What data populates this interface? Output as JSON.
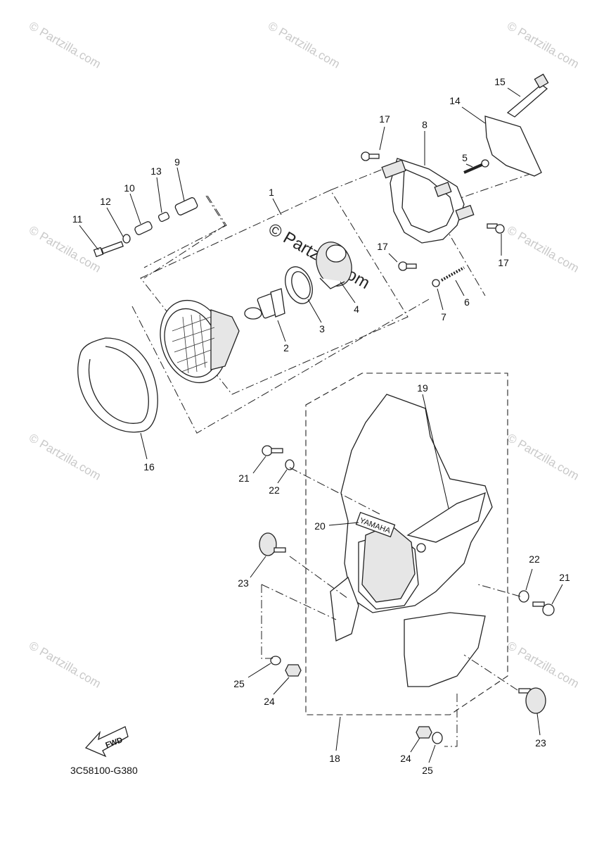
{
  "diagram": {
    "watermark_text": "© Partzilla.com",
    "center_watermark": "© Partzilla.com",
    "diagram_code": "3C58100-G380",
    "fwd_label": "FWD",
    "brand_label": "YAMAHA",
    "callouts": [
      "1",
      "2",
      "3",
      "4",
      "5",
      "6",
      "7",
      "8",
      "9",
      "10",
      "11",
      "12",
      "13",
      "14",
      "15",
      "16",
      "17",
      "17",
      "17",
      "18",
      "19",
      "20",
      "21",
      "21",
      "22",
      "22",
      "23",
      "23",
      "24",
      "24",
      "25",
      "25"
    ]
  }
}
